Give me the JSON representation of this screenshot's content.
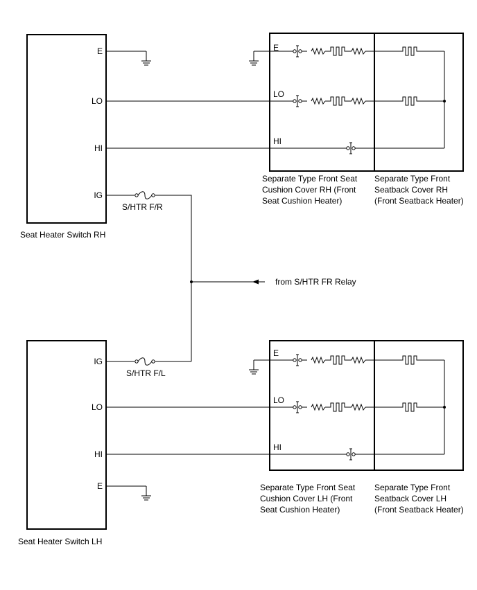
{
  "switch_rh": {
    "title": "Seat Heater Switch RH",
    "pins": {
      "e": "E",
      "lo": "LO",
      "hi": "HI",
      "ig": "IG"
    }
  },
  "switch_lh": {
    "title": "Seat Heater Switch LH",
    "pins": {
      "ig": "IG",
      "lo": "LO",
      "hi": "HI",
      "e": "E"
    }
  },
  "fuses": {
    "rh": "S/HTR F/R",
    "lh": "S/HTR F/L"
  },
  "relay_label": "from S/HTR FR Relay",
  "heater_rh": {
    "pins": {
      "e": "E",
      "lo": "LO",
      "hi": "HI"
    },
    "cushion": [
      "Separate Type Front Seat",
      "Cushion Cover RH (Front",
      "Seat Cushion Heater)"
    ],
    "back": [
      "Separate Type Front",
      "Seatback Cover RH",
      "(Front Seatback Heater)"
    ]
  },
  "heater_lh": {
    "pins": {
      "e": "E",
      "lo": "LO",
      "hi": "HI"
    },
    "cushion": [
      "Separate Type Front Seat",
      "Cushion Cover LH (Front",
      "Seat Cushion Heater)"
    ],
    "back": [
      "Separate Type Front",
      "Seatback Cover LH",
      "(Front Seatback Heater)"
    ]
  }
}
